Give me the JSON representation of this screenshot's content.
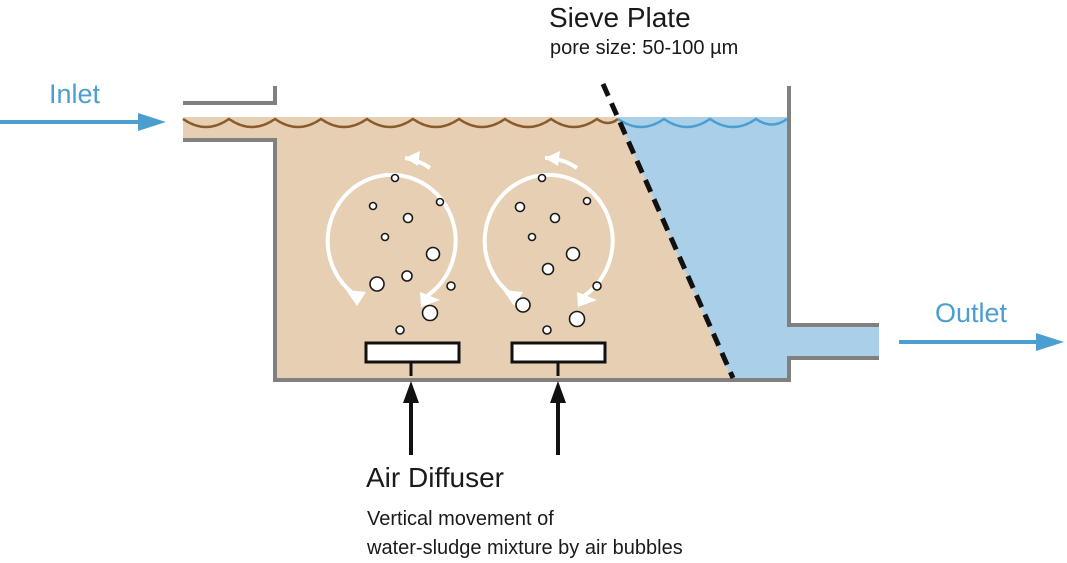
{
  "labels": {
    "inlet": "Inlet",
    "outlet": "Outlet",
    "sieve_title": "Sieve Plate",
    "sieve_sub": "pore size: 50-100 µm",
    "diffuser_title": "Air Diffuser",
    "diffuser_line1": "Vertical movement of",
    "diffuser_line2": "water-sludge mixture by air bubbles"
  },
  "colors": {
    "sludge": "#e6cfb2",
    "water": "#a9cfe9",
    "wall": "#808080",
    "flow_arrow": "#4a9fd0",
    "sludge_surface": "#8b5a2b",
    "water_surface": "#4a9fd0",
    "label_blue": "#4a9fd0",
    "text_dark": "#1a1a1a"
  },
  "icons": {
    "inlet_arrow": "arrow-right-icon",
    "outlet_arrow": "arrow-right-icon",
    "air_arrow": "arrow-up-icon",
    "circulation": "circular-arrow-icon"
  }
}
